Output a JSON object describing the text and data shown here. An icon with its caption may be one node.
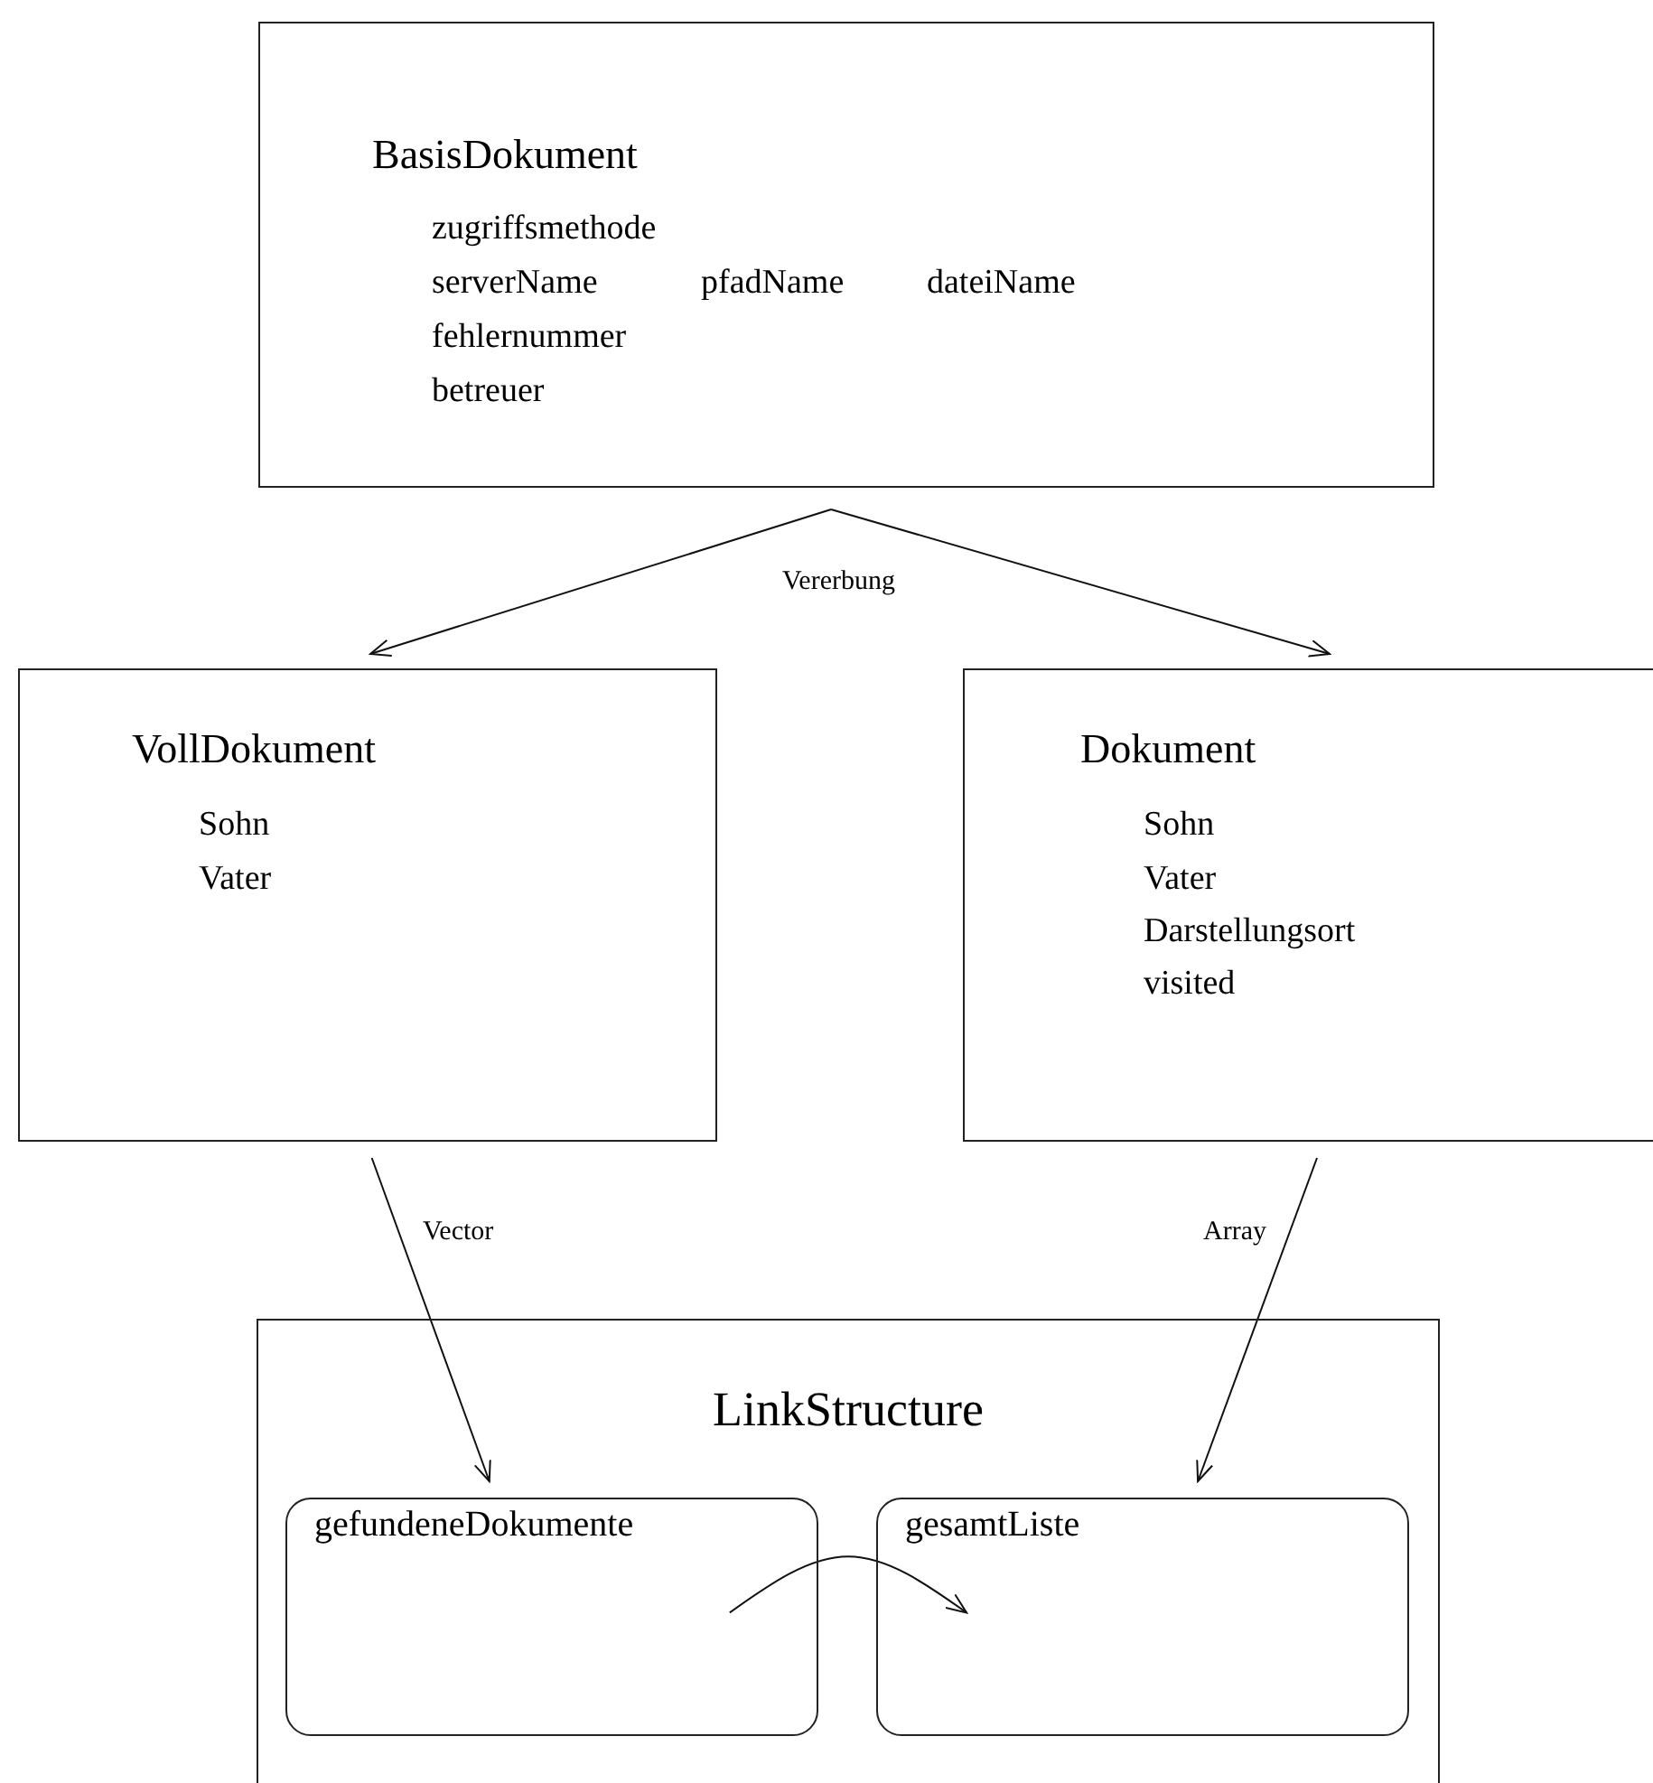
{
  "diagram": {
    "nodes": [
      {
        "text": [
          "BasisDokument",
          "zugriffsmethode",
          "serverName",
          "pfadName",
          "dateiName",
          "fehlernummer",
          "betreuer"
        ]
      },
      {
        "text": [
          "VollDokument",
          "Sohn",
          "Vater"
        ]
      },
      {
        "text": [
          "Dokument",
          "Sohn",
          "Vater",
          "Darstellungsort",
          "visited"
        ]
      },
      {
        "text": [
          "LinkStructure"
        ]
      },
      {
        "text": [
          "gefundeneDokumente"
        ],
        "in": 3
      },
      {
        "text": [
          "gesamtListe"
        ],
        "in": 3
      }
    ],
    "edges": [
      {
        "from": 0,
        "to": 1,
        "arrow": "to"
      },
      {
        "from": 0,
        "to": 2,
        "arrow": "to"
      },
      {
        "from": 1,
        "to": 4,
        "arrow": "to",
        "label": "Vector"
      },
      {
        "from": 2,
        "to": 5,
        "arrow": "to",
        "label": "Array"
      },
      {
        "from": 4,
        "to": 5,
        "arrow": "to"
      }
    ],
    "labels": [
      "Vererbung"
    ]
  }
}
